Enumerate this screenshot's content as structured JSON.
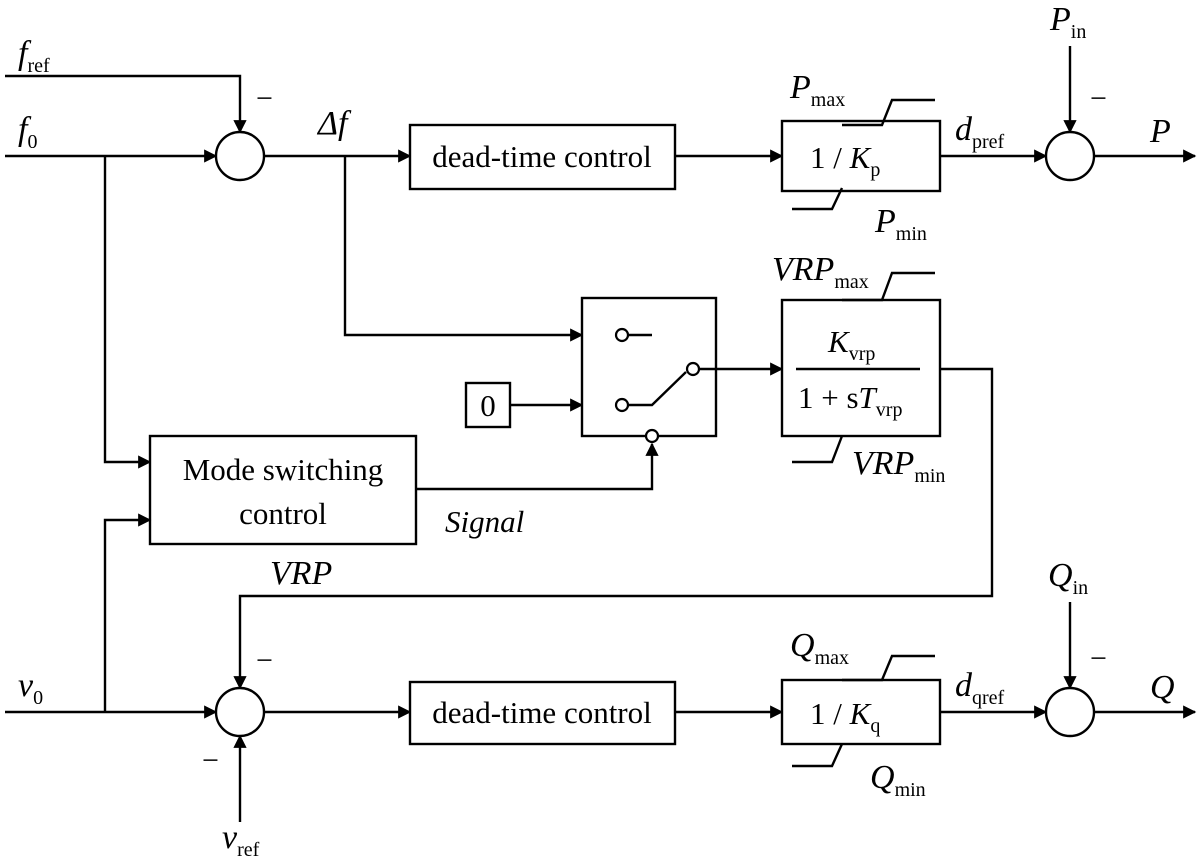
{
  "signals": {
    "f_ref": {
      "base": "f",
      "sub": "ref"
    },
    "f_0": {
      "base": "f",
      "sub": "0"
    },
    "delta_f": "Δf",
    "v_0": {
      "base": "v",
      "sub": "0"
    },
    "v_ref": {
      "base": "v",
      "sub": "ref"
    },
    "d_pref": {
      "base": "d",
      "sub": "pref"
    },
    "d_qref": {
      "base": "d",
      "sub": "qref"
    },
    "P_in": {
      "base": "P",
      "sub": "in"
    },
    "Q_in": {
      "base": "Q",
      "sub": "in"
    },
    "P_out": "P",
    "Q_out": "Q",
    "VRP": "VRP",
    "Signal": "Signal"
  },
  "blocks": {
    "dead_time_top": "dead-time control",
    "dead_time_bottom": "dead-time control",
    "gain_p": {
      "prefix": "1 / ",
      "base": "K",
      "sub": "p"
    },
    "gain_q": {
      "prefix": "1 / ",
      "base": "K",
      "sub": "q"
    },
    "vrp_numerator": {
      "base": "K",
      "sub": "vrp"
    },
    "vrp_denominator": {
      "prefix": "1 + s",
      "base": "T",
      "sub": "vrp"
    },
    "mode_switching_line1": "Mode switching",
    "mode_switching_line2": "control",
    "zero_const": "0"
  },
  "limits": {
    "p_max": {
      "base": "P",
      "sub": "max"
    },
    "p_min": {
      "base": "P",
      "sub": "min"
    },
    "q_max": {
      "base": "Q",
      "sub": "max"
    },
    "q_min": {
      "base": "Q",
      "sub": "min"
    },
    "vrp_max": {
      "base": "VRP",
      "sub": "max"
    },
    "vrp_min": {
      "base": "VRP",
      "sub": "min"
    }
  },
  "signs": {
    "minus": "−"
  }
}
